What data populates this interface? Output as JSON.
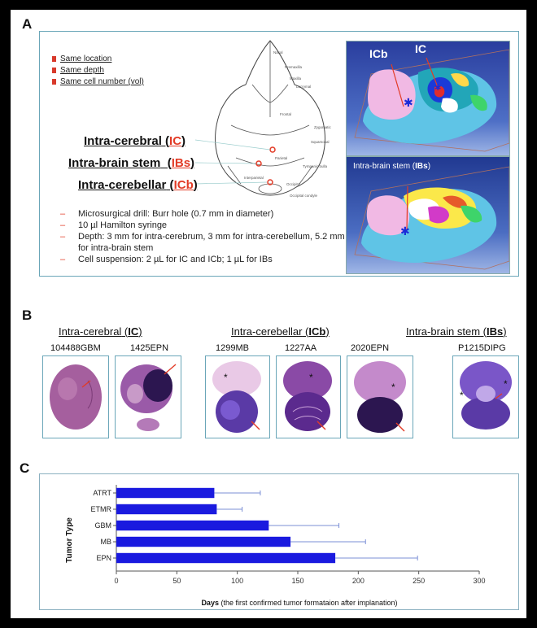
{
  "panels": {
    "a": "A",
    "b": "B",
    "c": "C"
  },
  "panel_a": {
    "bullets": [
      "Same location",
      "Same depth",
      "Same cell number (vol)"
    ],
    "sites": [
      {
        "name": "Intra-cerebral",
        "abbr": "IC"
      },
      {
        "name": "Intra-brain stem",
        "abbr": "IBs"
      },
      {
        "name": "Intra-cerebellar",
        "abbr": "ICb"
      }
    ],
    "skull_labels": [
      "Nasal",
      "Premaxilla",
      "Maxilla",
      "Lacrymal",
      "Frontal",
      "Zygomatic",
      "Squamosal",
      "Parietal",
      "Tympanic bulla",
      "Interparietal",
      "Occipital",
      "Occipital condyle"
    ],
    "notes": [
      "Microsurgical drill: Burr hole (0.7 mm in diameter)",
      "10 µl Hamilton syringe",
      "Depth: 3 mm for intra-cerebrum, 3 mm for intra-cerebellum, 5.2 mm for intra-brain stem",
      "Cell suspension: 2 µL for IC and ICb; 1 µL for IBs"
    ],
    "brain_top_labels": {
      "icb": "ICb",
      "ic": "IC"
    },
    "brain_bottom": {
      "prefix": "Intra-brain stem (",
      "abbr": "IBs",
      "suffix": ")"
    }
  },
  "panel_b": {
    "groups": [
      {
        "name": "Intra-cerebral",
        "abbr": "IC"
      },
      {
        "name": "Intra-cerebellar",
        "abbr": "ICb"
      },
      {
        "name": "Intra-brain stem",
        "abbr": "IBs"
      }
    ],
    "samples": [
      "104488GBM",
      "1425EPN",
      "1299MB",
      "1227AA",
      "2020EPN",
      "P1215DIPG"
    ]
  },
  "chart_data": {
    "type": "bar",
    "orientation": "horizontal",
    "categories": [
      "ATRT",
      "ETMR",
      "GBM",
      "MB",
      "EPN"
    ],
    "values": [
      81,
      83,
      126,
      144,
      181
    ],
    "errors": [
      38,
      21,
      58,
      62,
      68
    ],
    "ylabel": "Tumor Type",
    "xlabel_bold": "Days",
    "xlabel_rest": "(the first confirmed tumor formataion after implanation)",
    "xlim": [
      0,
      300
    ],
    "xticks": [
      0,
      50,
      100,
      150,
      200,
      250,
      300
    ],
    "bar_color": "#1a1adf",
    "error_color": "#7b8fd6",
    "grid": false,
    "legend": "none"
  }
}
